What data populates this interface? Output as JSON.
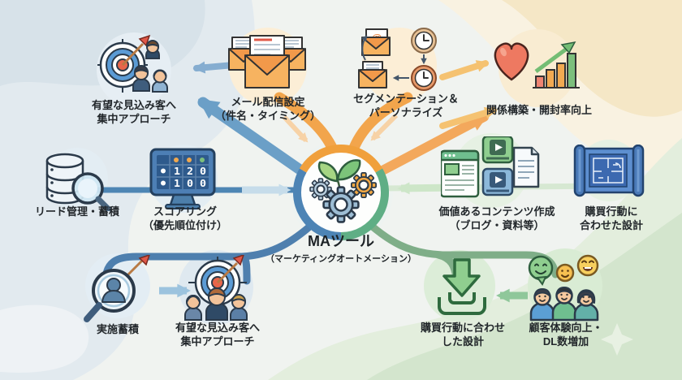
{
  "center": {
    "title": "MAツール",
    "subtitle": "（マーケティングオートメーション）"
  },
  "nodes": {
    "prospect_top": {
      "line1": "有望な見込み客へ",
      "line2": "集中アプローチ"
    },
    "mail": {
      "line1": "メール配信設定",
      "line2": "（件名・タイミング）"
    },
    "segmentation": {
      "line1": "セグメンテーション＆",
      "line2": "パーソナライズ"
    },
    "relationship": {
      "line1": "関係構築・開封率向上"
    },
    "lead": {
      "line1": "リード管理・蓄積"
    },
    "scoring": {
      "line1": "スコアリング",
      "line2": "（優先順位付け）"
    },
    "content": {
      "line1": "価値あるコンテンツ作成",
      "line2": "（ブログ・資料等）"
    },
    "design": {
      "line1": "購買行動に",
      "line2": "合わせた設計"
    },
    "accumulate": {
      "line1": "実施蓄積"
    },
    "prospect_bottom": {
      "line1": "有望な見込み客へ",
      "line2": "集中アプローチ"
    },
    "download_design": {
      "line1": "購買行動に合わせ",
      "line2": "した設計"
    },
    "cx": {
      "line1": "顧客体験向上・",
      "line2": "DL数増加"
    }
  },
  "scoring_screen": {
    "row1": "1 2 0",
    "row2": "1 0 0"
  },
  "icons": {
    "at_symbol": "@"
  },
  "colors": {
    "hub_blue": "#4d84b5",
    "hub_orange": "#f0a03c",
    "hub_green": "#5fae85",
    "heart_red": "#ee7961",
    "bg_blue": "#e2eaef",
    "bg_cream": "#f5e7c6",
    "bg_green": "#d3e5cd"
  }
}
